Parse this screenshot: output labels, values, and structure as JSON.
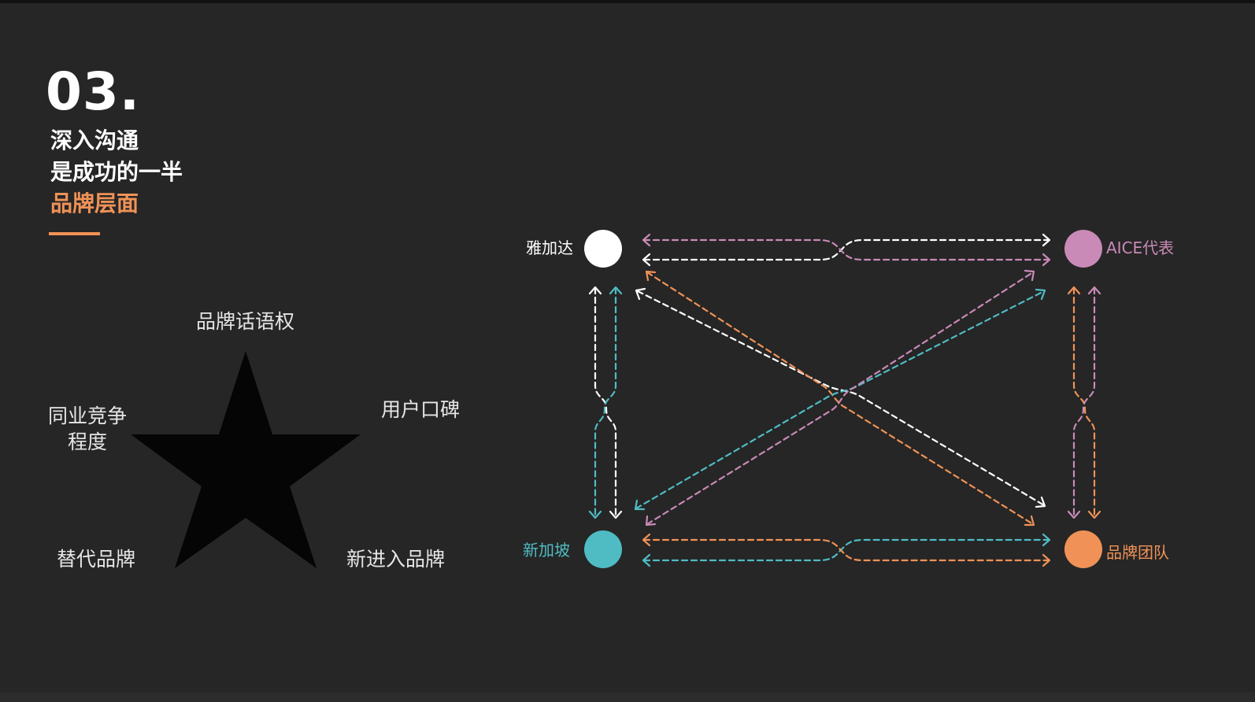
{
  "section": {
    "number": "03.",
    "lines": [
      "深入沟通",
      "是成功的一半",
      "品牌层面"
    ]
  },
  "star": {
    "labels": {
      "top": "品牌话语权",
      "right": "用户口碑",
      "left": "同业竞争\n程度",
      "bottom_left": "替代品牌",
      "bottom_right": "新进入品牌"
    }
  },
  "network": {
    "nodes": [
      {
        "id": "jakarta",
        "label": "雅加达",
        "color": "#ffffff"
      },
      {
        "id": "aice",
        "label": "AICE代表",
        "color": "#c98ab7"
      },
      {
        "id": "singapore",
        "label": "新加坡",
        "color": "#4fbcc4"
      },
      {
        "id": "brand",
        "label": "品牌团队",
        "color": "#f09257"
      }
    ],
    "style": "dashed bidirectional arrows between every pair of nodes"
  },
  "colors": {
    "background": "#262626",
    "accent": "#f09257",
    "white": "#ffffff",
    "pink": "#c98ab7",
    "teal": "#4fbcc4",
    "orange": "#f09257"
  }
}
